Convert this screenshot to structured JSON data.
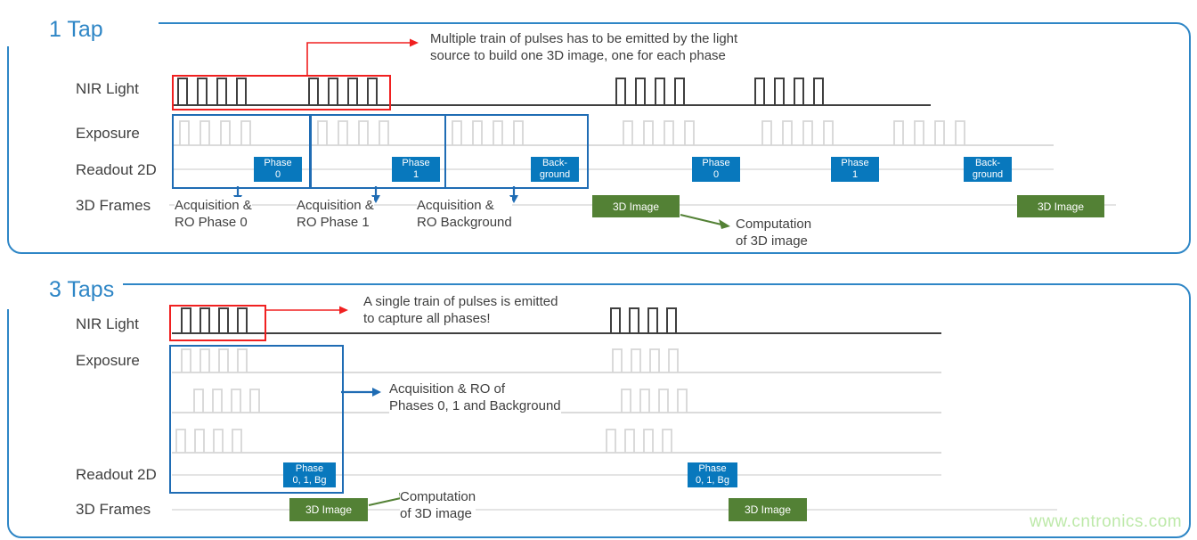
{
  "watermark": "www.cntronics.com",
  "colors": {
    "accent_blue": "#2e86c6",
    "phase_box_blue": "#0878bd",
    "selection_blue": "#1f6cb4",
    "green": "#538135",
    "red": "#f02020",
    "dark_waveform": "#3f3f3f",
    "light_waveform": "#d6d6d6",
    "watermark_green": "#bde9a9"
  },
  "tap1": {
    "title": "1 Tap",
    "labels": {
      "nir": "NIR Light",
      "exposure": "Exposure",
      "readout": "Readout 2D",
      "frames": "3D Frames"
    },
    "note": {
      "line1": "Multiple train of pulses has to be emitted by the light",
      "line2": "source to build one 3D image, one for each phase"
    },
    "phase0": {
      "line1": "Phase",
      "line2": "0"
    },
    "phase1": {
      "line1": "Phase",
      "line2": "1"
    },
    "background": {
      "line1": "Back-",
      "line2": "ground"
    },
    "acq0": {
      "line1": "Acquisition &",
      "line2": "RO Phase 0"
    },
    "acq1": {
      "line1": "Acquisition &",
      "line2": "RO Phase 1"
    },
    "acqbg": {
      "line1": "Acquisition &",
      "line2": "RO Background"
    },
    "image3d": "3D Image",
    "computation": {
      "line1": "Computation",
      "line2": "of 3D image"
    }
  },
  "tap3": {
    "title": "3 Taps",
    "labels": {
      "nir": "NIR Light",
      "exposure": "Exposure",
      "readout": "Readout 2D",
      "frames": "3D Frames"
    },
    "note": {
      "line1": "A single train of pulses is emitted",
      "line2": "to capture all phases!"
    },
    "acq": {
      "line1": "Acquisition & RO of",
      "line2": "Phases 0, 1 and Background"
    },
    "phase_all": {
      "line1": "Phase",
      "line2": "0, 1, Bg"
    },
    "image3d": "3D Image",
    "computation": {
      "line1": "Computation",
      "line2": "of 3D image"
    }
  }
}
